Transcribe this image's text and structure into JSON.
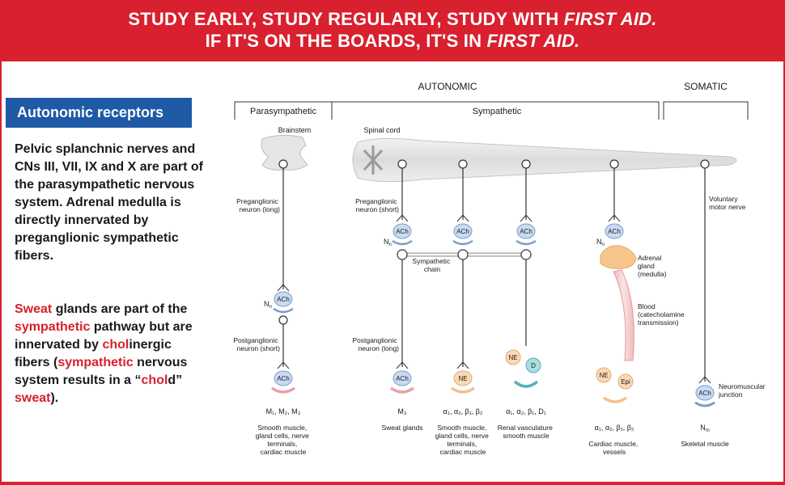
{
  "banner": {
    "line1_pre": "STUDY EARLY, STUDY REGULARLY, STUDY WITH ",
    "line1_em": "FIRST AID.",
    "line2_pre": "IF IT'S ON THE BOARDS, IT'S IN ",
    "line2_em": "FIRST AID."
  },
  "sidebar": {
    "title": "Autonomic receptors",
    "para1": "Pelvic splanchnic nerves and CNs III, VII, IX and X are part of the parasympathetic nervous system. Adrenal medulla is directly innervated by preganglionic sympathetic fibers.",
    "para2": {
      "sweat": "Sweat",
      "t1": " glands are part of the ",
      "sympathetic1": "sympathetic",
      "t2": " pathway but are innervated by ",
      "chol": "chol",
      "t3": "inergic fibers (",
      "sympathetic2": "sympathetic",
      "t4": " nervous system results in a “",
      "chold": "chol",
      "t5": "d” ",
      "sweat2": "sweat",
      "t6": ")."
    }
  },
  "diagram": {
    "autonomic": "AUTONOMIC",
    "somatic": "SOMATIC",
    "parasympathetic": "Parasympathetic",
    "sympathetic": "Sympathetic",
    "brainstem": "Brainstem",
    "spinal_cord": "Spinal cord",
    "pre_long": [
      "Preganglionic",
      "neuron (long)"
    ],
    "pre_short": [
      "Preganglionic",
      "neuron (short)"
    ],
    "post_short": [
      "Postganglionic",
      "neuron (short)"
    ],
    "post_long": [
      "Postganglionic",
      "neuron (long)"
    ],
    "sympathetic_chain": [
      "Sympathetic",
      "chain"
    ],
    "adrenal": [
      "Adrenal",
      "gland",
      "(medulla)"
    ],
    "blood": [
      "Blood",
      "(catecholamine",
      "transmission)"
    ],
    "voluntary": [
      "Voluntary",
      "motor nerve"
    ],
    "neuromuscular": [
      "Neuromuscular",
      "junction"
    ],
    "ach": "ACh",
    "ne": "NE",
    "d": "D",
    "epi": "Epi",
    "nn": "N",
    "nn_sub": "n",
    "nm": "N",
    "nm_sub": "m",
    "receptors": {
      "para": "M₁, M₂, M₃",
      "sweat": "M₃",
      "symp": "α₁, α₂, β₁, β₂",
      "renal": "α₁, α₂, β₁, D₁",
      "cardiac": "α₁, α₂, β₁, β₂"
    },
    "targets": {
      "para": [
        "Smooth muscle,",
        "gland cells, nerve",
        "terminals,",
        "cardiac muscle"
      ],
      "sweat": [
        "Sweat glands"
      ],
      "symp": [
        "Smooth muscle,",
        "gland cells, nerve",
        "terminals,",
        "cardiac muscle"
      ],
      "renal": [
        "Renal vasculature",
        "smooth muscle"
      ],
      "cardiac": [
        "Cardiac muscle,",
        "vessels"
      ],
      "skeletal": [
        "Skeletal muscle"
      ]
    }
  },
  "colors": {
    "banner_red": "#d8202e",
    "title_blue": "#1e5aa6",
    "ach_blue": "#c9daf2",
    "ne_orange": "#fbd9b5",
    "d_teal": "#a9dde0",
    "receptor_pink": "#e7a1a6",
    "adrenal": "#f6c68c"
  }
}
